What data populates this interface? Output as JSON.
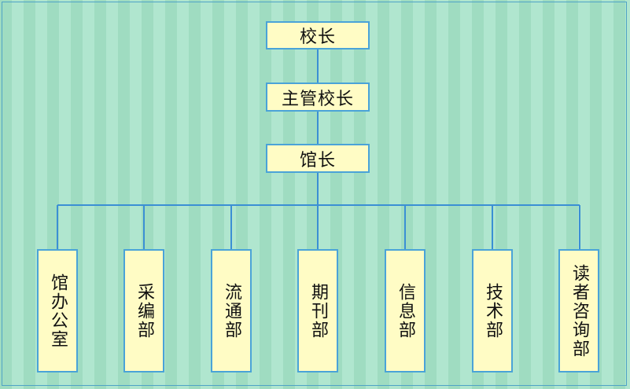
{
  "diagram": {
    "principal": "校长",
    "vice_principal": "主管校长",
    "director": "馆长",
    "departments": [
      "馆办公室",
      "采编部",
      "流通部",
      "期刊部",
      "信息部",
      "技术部",
      "读者咨询部"
    ]
  },
  "colors": {
    "box_fill": "#fffcc5",
    "box_border": "#4aa3d8",
    "line": "#3b8fd4",
    "stripe_a": "#9fdcc1",
    "stripe_b": "#b0e6cf"
  }
}
